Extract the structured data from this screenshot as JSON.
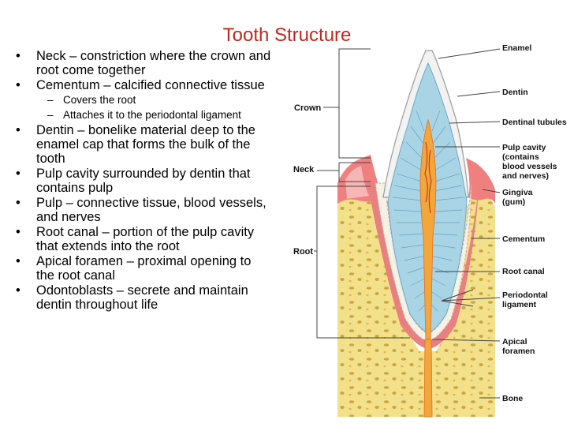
{
  "title": "Tooth Structure",
  "bullets": [
    {
      "level": 1,
      "lines": [
        "Neck – constriction where the crown and",
        "root come together"
      ]
    },
    {
      "level": 1,
      "lines": [
        "Cementum – calcified connective tissue"
      ]
    },
    {
      "level": 2,
      "lines": [
        "Covers the root"
      ]
    },
    {
      "level": 2,
      "lines": [
        "Attaches it to the periodontal ligament"
      ]
    },
    {
      "level": 1,
      "lines": [
        "Dentin – bonelike material deep to the",
        "enamel cap that forms the bulk of the",
        "tooth"
      ]
    },
    {
      "level": 1,
      "lines": [
        "Pulp cavity surrounded by dentin that",
        "contains pulp"
      ]
    },
    {
      "level": 1,
      "lines": [
        "Pulp – connective tissue, blood vessels,",
        "and nerves"
      ]
    },
    {
      "level": 1,
      "lines": [
        "Root canal – portion of the pulp cavity",
        "that extends into the root"
      ]
    },
    {
      "level": 1,
      "lines": [
        "Apical foramen – proximal opening to",
        "the root canal"
      ]
    },
    {
      "level": 1,
      "lines": [
        "Odontoblasts – secrete and maintain",
        "dentin throughout life"
      ]
    }
  ],
  "diagram": {
    "left_labels": {
      "crown": "Crown",
      "neck": "Neck",
      "root": "Root"
    },
    "right_labels": {
      "enamel": [
        "Enamel"
      ],
      "dentin": [
        "Dentin"
      ],
      "dentinal_tubules": [
        "Dentinal tubules"
      ],
      "pulp_cavity": [
        "Pulp cavity",
        "(contains",
        "blood vessels",
        "and nerves)"
      ],
      "gingiva": [
        "Gingiva",
        "(gum)"
      ],
      "cementum": [
        "Cementum"
      ],
      "root_canal": [
        "Root canal"
      ],
      "periodontal_ligament": [
        "Periodontal",
        "ligament"
      ],
      "apical_foramen": [
        "Apical",
        "foramen"
      ],
      "bone": [
        "Bone"
      ]
    }
  },
  "colors": {
    "title": "#c0281f",
    "dentin": "#a8d4e6",
    "enamel": "#f2f2f2",
    "pulp": "#f2a63c",
    "gingiva": "#f08080",
    "bone": "#f3e08a",
    "cementum": "#f4f1e6"
  }
}
